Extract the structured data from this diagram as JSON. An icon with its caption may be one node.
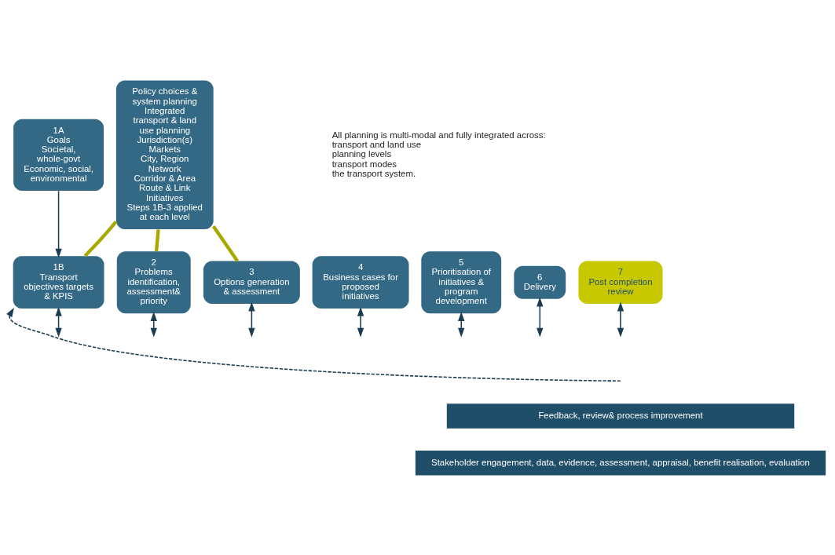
{
  "diagram": {
    "nodes": [
      {
        "text": [
          "Policy choices & system planning",
          "Integrated transport & land use planning",
          "Jurisdiction(s)",
          "Markets",
          "City, Region",
          "Network",
          "Corridor & Area",
          "Route & Link",
          "Initiatives",
          "Steps 1B-3 applied at each level"
        ]
      },
      {
        "text": [
          "1A",
          "Goals",
          "Societal, whole-govt",
          "Economic, social, environmental"
        ]
      },
      {
        "text": [
          "1B",
          "Transport objectives targets & KPIS"
        ]
      },
      {
        "text": [
          "2",
          "Problems identification, assessment& priority"
        ]
      },
      {
        "text": [
          "3",
          "Options generation & assessment"
        ]
      },
      {
        "text": [
          "4",
          "Business cases for proposed initiatives"
        ]
      },
      {
        "text": [
          "5",
          "Prioritisation of initiatives & program development"
        ]
      },
      {
        "text": [
          "6",
          "Delivery"
        ]
      },
      {
        "text": [
          "7",
          "Post completion review"
        ]
      },
      {
        "text": [
          "Feedback, review& process improvement"
        ]
      },
      {
        "text": [
          "Stakeholder engagement, data, evidence, assessment, appraisal, benefit realisation, evaluation"
        ]
      }
    ],
    "edges": [
      {
        "from": 1,
        "to": 2,
        "arrow": "to"
      },
      {
        "from": 0,
        "to": 2,
        "arrow": "none",
        "style": "thick",
        "color": "#a8a800"
      },
      {
        "from": 0,
        "to": 3,
        "arrow": "none",
        "style": "thick",
        "color": "#a8a800"
      },
      {
        "from": 0,
        "to": 4,
        "arrow": "none",
        "style": "thick",
        "color": "#a8a800"
      },
      {
        "from": null,
        "to": 2,
        "arrow": "to",
        "style": "dashed"
      },
      {
        "from": 2,
        "to": null,
        "arrow": "both"
      },
      {
        "from": 3,
        "to": null,
        "arrow": "both"
      },
      {
        "from": 4,
        "to": null,
        "arrow": "both"
      },
      {
        "from": 5,
        "to": null,
        "arrow": "both"
      },
      {
        "from": 6,
        "to": null,
        "arrow": "both"
      },
      {
        "from": 7,
        "to": null,
        "arrow": "both"
      },
      {
        "from": 8,
        "to": null,
        "arrow": "both"
      }
    ],
    "labels": [
      "All planning is multi-modal and fully integrated across:",
      "transport and land use",
      "planning levels",
      "transport modes",
      "the transport system."
    ]
  }
}
